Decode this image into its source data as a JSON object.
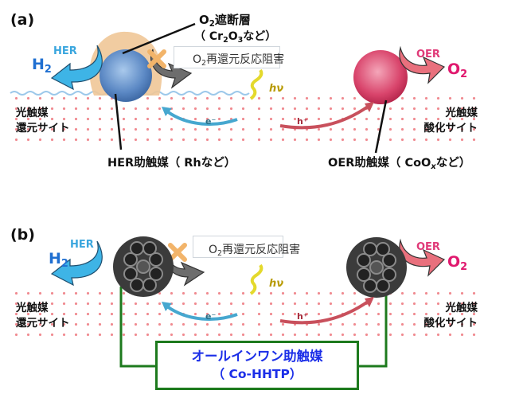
{
  "panel_a": {
    "label": "(a)",
    "o2_barrier": {
      "line1_prefix": "O",
      "line1_sub": "2",
      "line1_rest": "遮断層",
      "line2_open": "（ Cr",
      "line2_sub1": "2",
      "line2_mid": "O",
      "line2_sub2": "3",
      "line2_rest": "など）"
    },
    "o2_rereduction": {
      "prefix": "O",
      "sub": "2",
      "rest": "再還元反応阻害"
    },
    "her_label": "HER",
    "h2_label": {
      "prefix": "H",
      "sub": "2"
    },
    "oer_label": "OER",
    "o2_label": {
      "prefix": "O",
      "sub": "2"
    },
    "hv_label": "hν",
    "electron_label": "e⁻",
    "hole_label": "h⁺",
    "left_site": {
      "line1": "光触媒",
      "line2": "還元サイト"
    },
    "right_site": {
      "line1": "光触媒",
      "line2": "酸化サイト"
    },
    "her_cocatalyst": "HER助触媒（ Rhなど）",
    "oer_cocatalyst": {
      "prefix": "OER助触媒（ CoO",
      "sub": "x",
      "rest": "など）"
    }
  },
  "panel_b": {
    "label": "(b)",
    "o2_rereduction": {
      "prefix": "O",
      "sub": "2",
      "rest": "再還元反応阻害"
    },
    "her_label": "HER",
    "h2_label": {
      "prefix": "H",
      "sub": "2"
    },
    "oer_label": "OER",
    "o2_label": {
      "prefix": "O",
      "sub": "2"
    },
    "hv_label": "hν",
    "electron_label": "e⁻",
    "hole_label": "h⁺",
    "left_site": {
      "line1": "光触媒",
      "line2": "還元サイト"
    },
    "right_site": {
      "line1": "光触媒",
      "line2": "酸化サイト"
    },
    "all_in_one": {
      "line1": "オールインワン助触媒",
      "line2": "（ Co-HHTP）"
    }
  },
  "colors": {
    "her_blue": "#3aa6de",
    "h2_blue": "#1f6fd1",
    "oer_pink": "#e03a78",
    "o2_pink": "#e0186e",
    "connector_green": "#1d7a1d",
    "cocatalyst_text_blue": "#1b2ee8",
    "blocked_x_orange": "#f2b46a"
  }
}
